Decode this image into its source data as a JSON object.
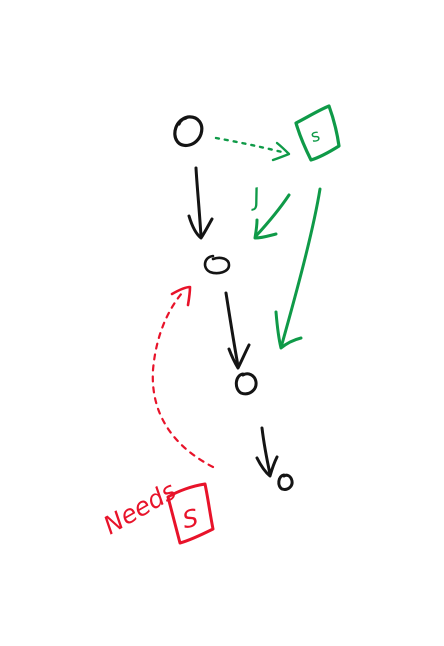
{
  "diagram": {
    "colors": {
      "ink": "#141414",
      "green": "#0f9a48",
      "red": "#e8132a",
      "background": "#ffffff"
    },
    "nodes": [
      {
        "id": "node-1",
        "kind": "circle"
      },
      {
        "id": "node-2",
        "kind": "circle"
      },
      {
        "id": "node-3",
        "kind": "circle"
      },
      {
        "id": "node-4",
        "kind": "circle"
      }
    ],
    "green_tag": {
      "label": "s"
    },
    "green_mark": {
      "label": "J"
    },
    "red_note": {
      "text": "Needs",
      "tag_label": "S"
    }
  }
}
